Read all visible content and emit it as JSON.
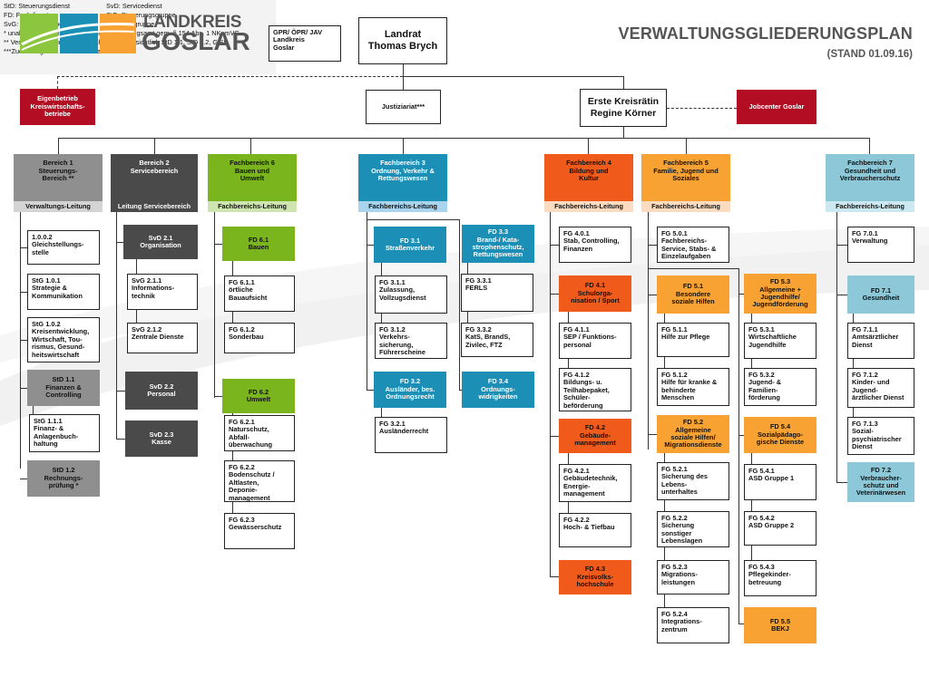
{
  "header": {
    "title": "VERWALTUNGSGLIEDERUNGSPLAN",
    "stand": "(STAND 01.09.16)",
    "logo_line1": "LANDKREIS",
    "logo_line2": "GOSLAR"
  },
  "top": {
    "gpr": "GPR/ ÖPR/ JAV\nLandkreis\nGoslar",
    "landrat": "Landrat\nThomas Brych",
    "eigenbetrieb": "Eigenbetrieb\nKreiswirtschafts-\nbetriebe",
    "justiziariat": "Justiziariat***",
    "erste": "Erste Kreisrätin\nRegine Körner",
    "jobcenter": "Jobcenter Goslar"
  },
  "colors": {
    "red": "#b30d24",
    "gray": "#8f8f8f",
    "dark": "#4a4a4a",
    "green": "#7ab51d",
    "blue": "#1b8fb5",
    "orange_dark": "#f05a1a",
    "orange": "#f7a233",
    "teal": "#8cc8d8",
    "label_blue": "#a8d4ee",
    "label_peach": "#fbdcc0",
    "label_green": "#cfe5b0",
    "label_gray": "#d4d4d4",
    "label_teal": "#cce9f1"
  },
  "columns": [
    {
      "id": "b1",
      "head": "Bereich 1\nSteuerungs-\nBereich **",
      "label": "Verwaltungs-Leitung",
      "items": [
        "1.0.0.2\nGleichstellungs-\nstelle",
        "StG 1.0.1\nStrategie &\nKommunikation",
        "StG 1.0.2\nKreisentwicklung,\nWirtschaft, Tou-\nrismus, Gesund-\nheitswirtschaft",
        "StD 1.1\nFinanzen &\nControlling",
        "StG 1.1.1\nFinanz- &\nAnlagenbuch-\nhaltung",
        "StD 1.2\nRechnungs-\nprüfung *"
      ]
    },
    {
      "id": "b2",
      "head": "Bereich 2\nServicebereich",
      "label": "Leitung Servicebereich",
      "items": [
        "SvD 2.1\nOrganisation",
        "SvG 2.1.1\nInformations-\ntechnik",
        "SvG 2.1.2\nZentrale Dienste",
        "SvD 2.2\nPersonal",
        "SvD 2.3\nKasse"
      ]
    },
    {
      "id": "fb6",
      "head": "Fachbereich 6\nBauen und\nUmwelt",
      "label": "Fachbereichs-Leitung",
      "items": [
        "FD 6.1\nBauen",
        "FG 6.1.1\nörtliche\nBauaufsicht",
        "FG 6.1.2\nSonderbau",
        "FD 6.2\nUmwelt",
        "FG 6.2.1\nNaturschutz,\nAbfall-\nüberwachung",
        "FG 6.2.2\nBodenschutz /\nAltlasten,\nDeponie-\nmanagement",
        "FG 6.2.3\nGewässerschutz"
      ]
    },
    {
      "id": "fb3",
      "head": "Fachbereich 3\nOrdnung, Verkehr &\nRettungswesen",
      "label": "Fachbereichs-Leitung",
      "items": [
        "FD 3.1\nStraßenverkehr",
        "FG 3.1.1\nZulassung,\nVollzugsdienst",
        "FG 3.1.2\nVerkehrs-\nsicherung,\nFührerscheine",
        "FD 3.2\nAusländer, bes.\nOrdnungsrecht",
        "FG 3.2.1\nAusländerrecht",
        "FD 3.3\nBrand-/ Kata-\nstrophenschutz,\nRettungswesen",
        "FG 3.3.1\nFERLS",
        "FG 3.3.2\nKatS, BrandS,\nZivilec, FTZ",
        "FD 3.4\nOrdnungs-\nwidrigkeiten"
      ]
    },
    {
      "id": "fb4",
      "head": "Fachbereich 4\nBildung und\nKultur",
      "label": "Fachbereichs-Leitung",
      "items": [
        "FG 4.0.1\nStab, Controlling,\nFinanzen",
        "FD 4.1\nSchulorga-\nnisation / Sport",
        "FG 4.1.1\nSEP / Funktions-\npersonal",
        "FG 4.1.2\nBildungs- u.\nTeilhabepaket,\nSchüler-\nbeförderung",
        "FD 4.2\nGebäude-\nmanagement",
        "FG 4.2.1\nGebäudetechnik,\nEnergie-\nmanagement",
        "FG 4.2.2\nHoch- & Tiefbau",
        "FD 4.3\nKreisvolks-\nhochschule"
      ]
    },
    {
      "id": "fb5",
      "head": "Fachbereich 5\nFamilie, Jugend und\nSoziales",
      "label": "Fachbereichs-Leitung",
      "items": [
        "FG 5.0.1\nFachbereichs-\nService, Stabs- &\nEinzelaufgaben",
        "FD 5.1\nBesondere\nsoziale Hilfen",
        "FG 5.1.1\nHilfe zur Pflege",
        "FG 5.1.2\nHilfe für kranke &\nbehinderte\nMenschen",
        "FD 5.2\nAllgemeine\nsoziale Hilfen/\nMigrationsdienste",
        "FG 5.2.1\nSicherung des\nLebens-\nunterhaltes",
        "FG 5.2.2\nSicherung\nsonstiger\nLebenslagen",
        "FG 5.2.3\nMigrations-\nleistungen",
        "FG 5.2.4\nIntegrations-\nzentrum",
        "FD 5.3\nAllgemeine +\nJugendhilfe/\nJugendförderung",
        "FG 5.3.1\nWirtschaftliche\nJugendhilfe",
        "FG 5.3.2\nJugend- &\nFamilien-\nförderung",
        "FD 5.4\nSozialpädago-\ngische Dienste",
        "FG 5.4.1\nASD Gruppe 1",
        "FG 5.4.2\nASD Gruppe 2",
        "FG 5.4.3\nPflegekinder-\nbetreuung",
        "FD 5.5\nBEKJ"
      ]
    },
    {
      "id": "fb7",
      "head": "Fachbereich 7\nGesundheit und\nVerbraucherschutz",
      "label": "Fachbereichs-Leitung",
      "items": [
        "FG 7.0.1\nVerwaltung",
        "FD 7.1\nGesundheit",
        "FG 7.1.1\nAmtsärztlicher\nDienst",
        "FG 7.1.2\nKinder- und\nJugend-\närztlicher Dienst",
        "FG 7.1.3\nSozial-\npsychiatrischer\nDienst",
        "FD 7.2\nVerbraucher-\nschutz und\nVeterinärwesen"
      ]
    }
  ],
  "legend": {
    "row1a": "StD: Steuerungsdienst",
    "row1b": "SvD: Servicedienst",
    "row2a": "FD: Fachdienst",
    "row2b": "StG: Steuerungsgruppe",
    "row3a": "SvG: Servicegruppe",
    "row3b": "FG: Fachgruppe",
    "note1": "* unabhängige Stellung als Rechnungsprüfungsamt gem. § 154 Abs. 1 NKomVG",
    "note2": "** Verwaltungsleitung, keine Fachaufsicht hinsichtlich StD 1.1, StD 1.2, GlSt.",
    "note3": "***Zuordnung zum Gesamtvorstand"
  }
}
